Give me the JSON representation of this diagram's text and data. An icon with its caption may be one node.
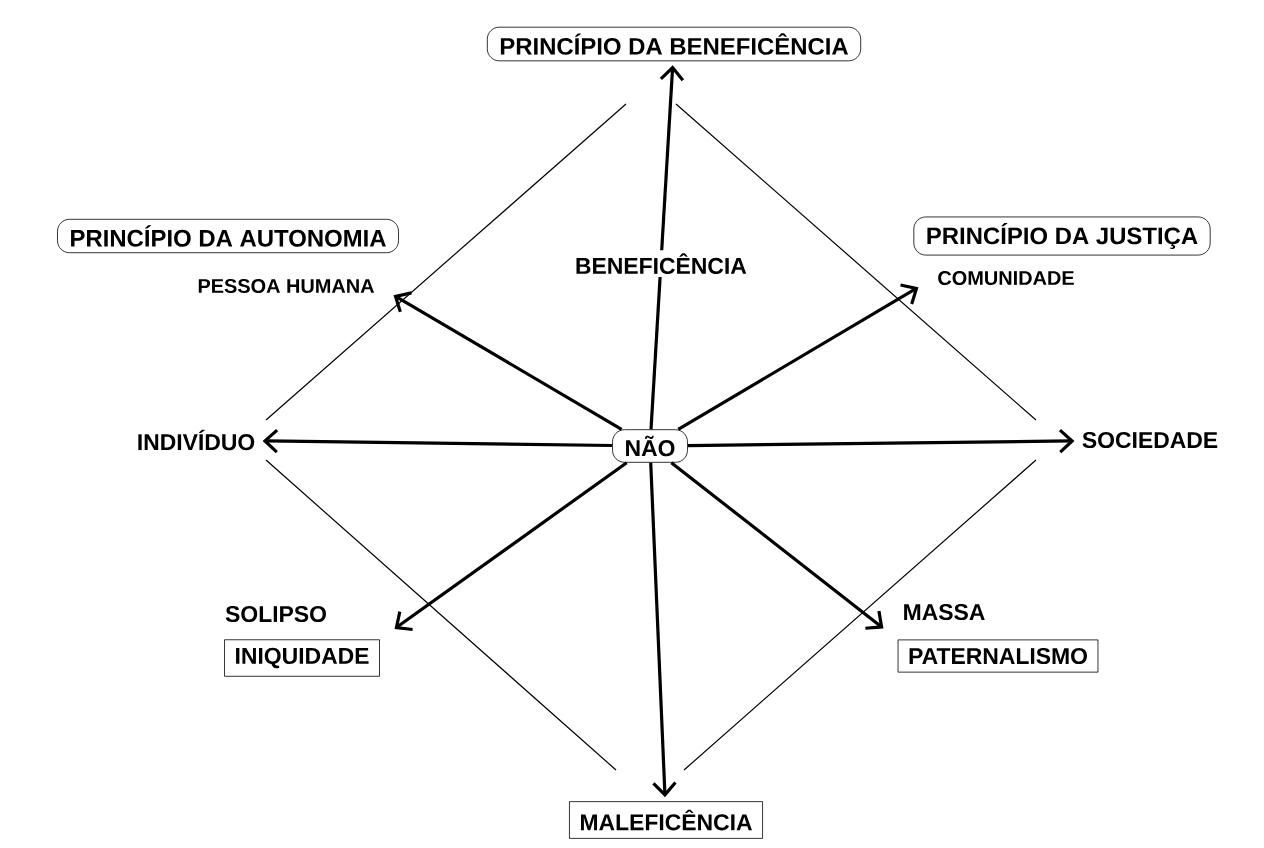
{
  "diagram": {
    "nodes": [
      {
        "text": [
          "PRINCÍPIO DA BENEFICÊNCIA"
        ]
      },
      {
        "text": [
          "PRINCÍPIO DA AUTONOMIA"
        ]
      },
      {
        "text": [
          "PESSOA HUMANA"
        ]
      },
      {
        "text": [
          "PRINCÍPIO DA JUSTIÇA"
        ]
      },
      {
        "text": [
          "COMUNIDADE"
        ]
      },
      {
        "text": [
          "INDIVÍDUO"
        ]
      },
      {
        "text": [
          "NÃO"
        ]
      },
      {
        "text": [
          "SOCIEDADE"
        ]
      },
      {
        "text": [
          "SOLIPSO"
        ]
      },
      {
        "text": [
          "INIQUIDADE"
        ]
      },
      {
        "text": [
          "MASSA"
        ]
      },
      {
        "text": [
          "PATERNALISMO"
        ]
      },
      {
        "text": [
          "MALEFICÊNCIA"
        ]
      }
    ],
    "edges": [
      {
        "from": 6,
        "to": 0,
        "arrow": "to",
        "label": "BENEFICÊNCIA"
      },
      {
        "from": 6,
        "to": 12,
        "arrow": "to"
      },
      {
        "from": 6,
        "to": 5,
        "arrow": "to"
      },
      {
        "from": 6,
        "to": 7,
        "arrow": "to"
      },
      {
        "from": 6,
        "to": 2,
        "arrow": "to"
      },
      {
        "from": 6,
        "to": 4,
        "arrow": "to"
      },
      {
        "from": 6,
        "to": 9,
        "arrow": "to"
      },
      {
        "from": 6,
        "to": 11,
        "arrow": "to"
      }
    ]
  }
}
